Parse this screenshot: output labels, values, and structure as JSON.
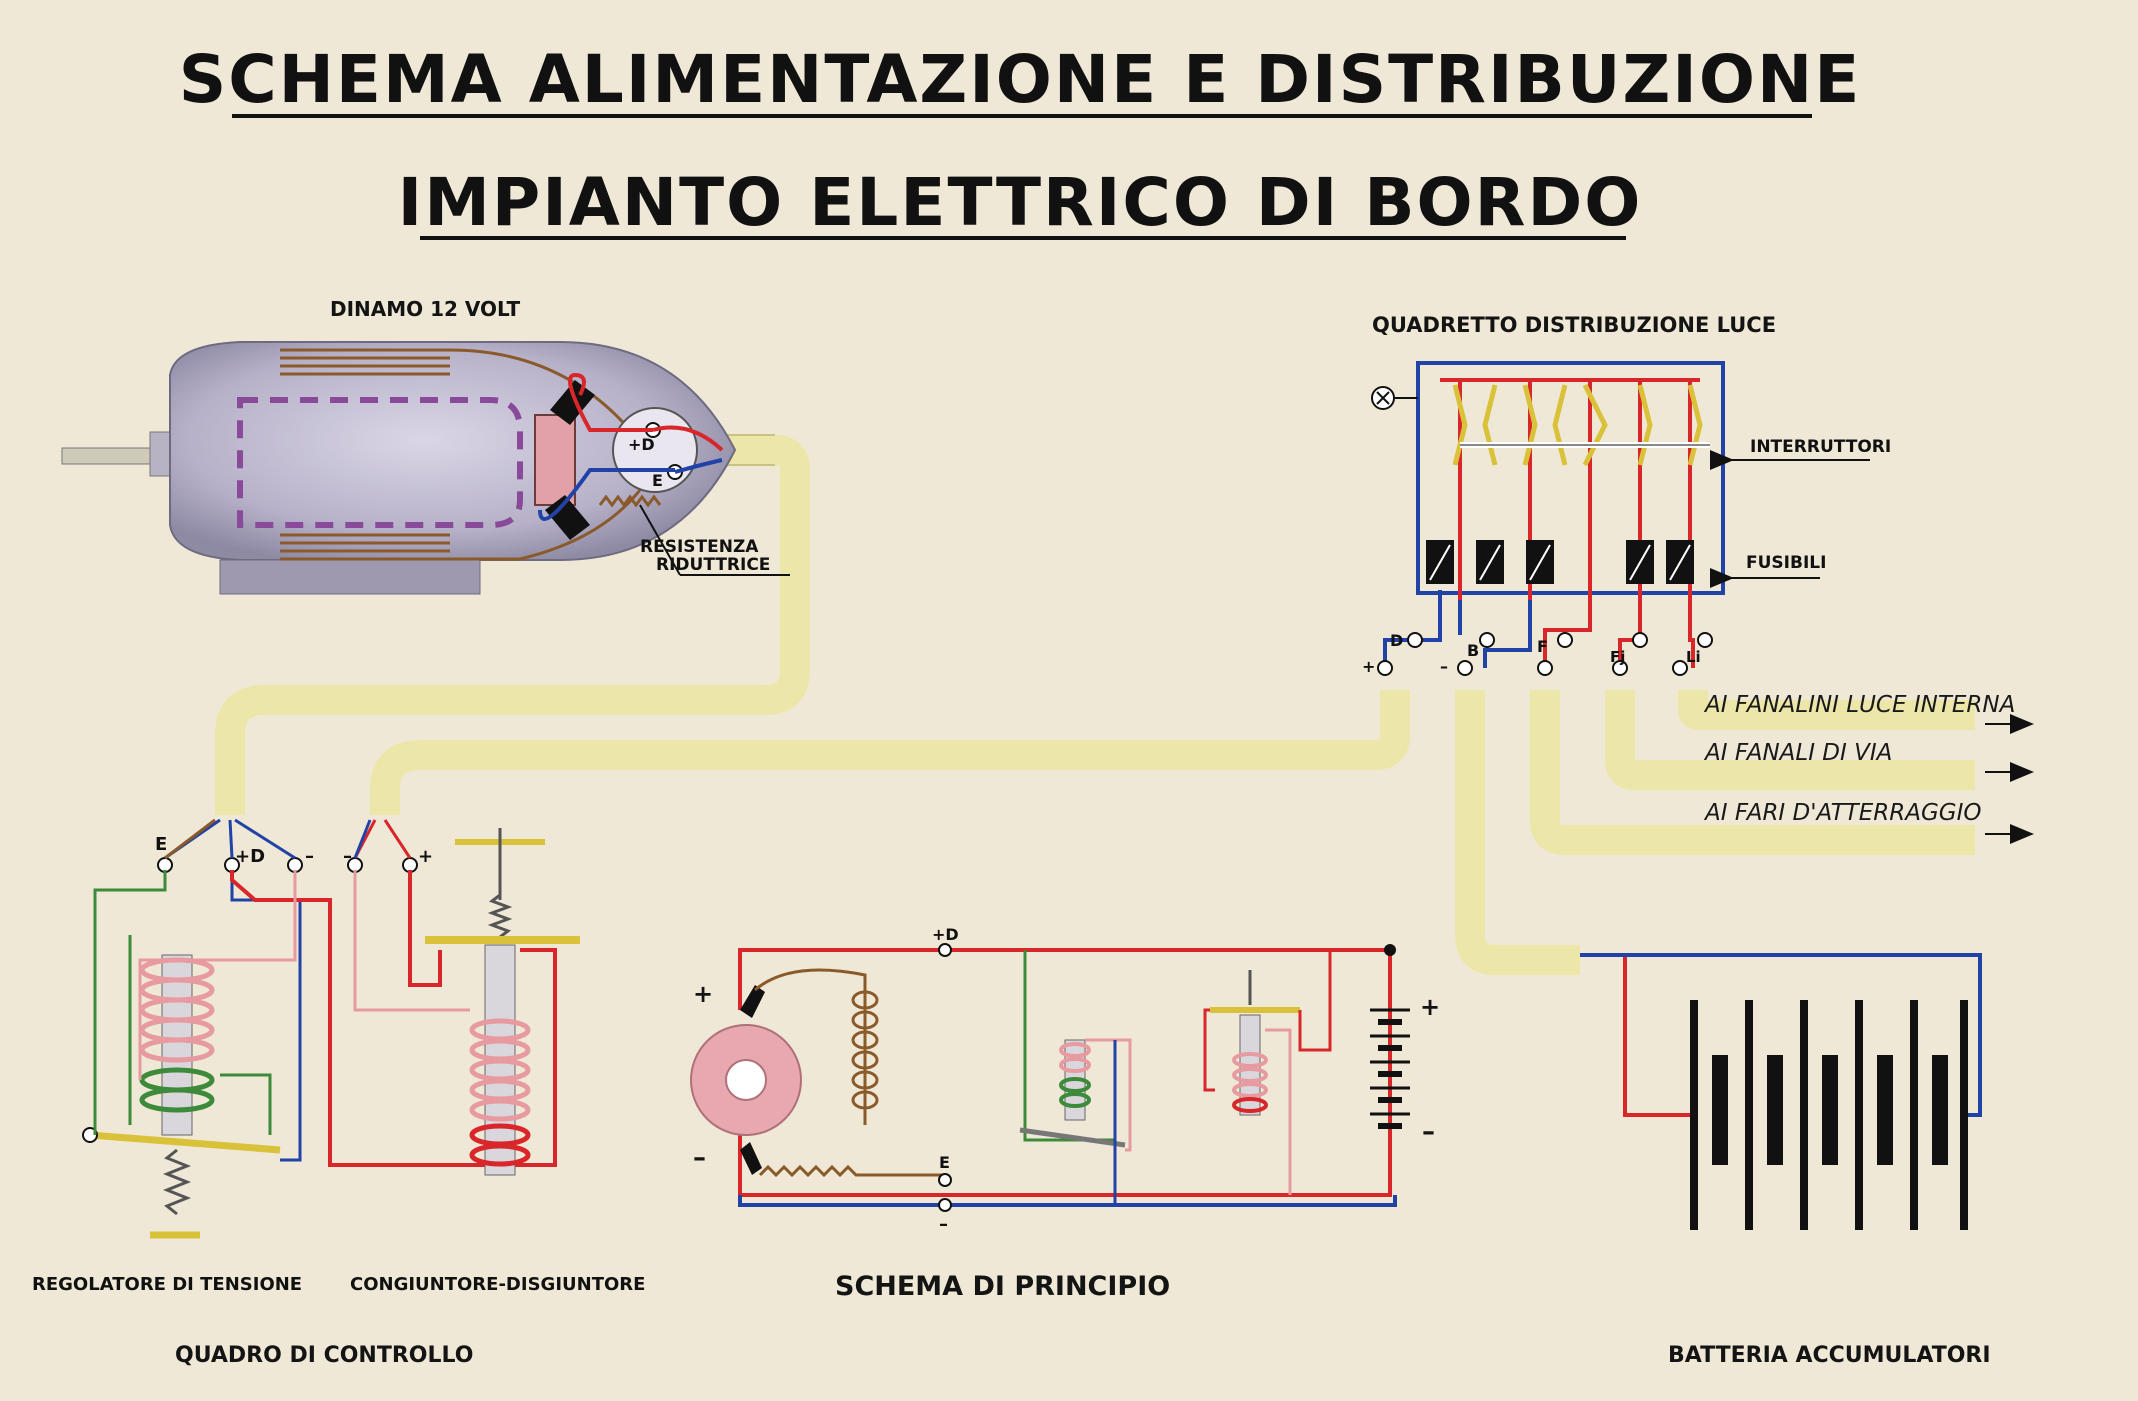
{
  "title_line1": "SCHEMA ALIMENTAZIONE E DISTRIBUZIONE",
  "title_line2": "IMPIANTO ELETTRICO DI BORDO",
  "dinamo_label": "DINAMO 12 VOLT",
  "resistenza_line1": "RESISTENZA",
  "resistenza_line2": "RIDUTTRICE",
  "quadretto_label": "QUADRETTO DISTRIBUZIONE LUCE",
  "interruttori_label": "INTERRUTTORI",
  "fusibili_label": "FUSIBILI",
  "outputs": {
    "luce_interna": "AI FANALINI LUCE INTERNA",
    "fanali_via": "AI FANALI DI VIA",
    "fari_atterraggio": "AI FARI D'ATTERRAGGIO"
  },
  "terminals": {
    "plus_d": "+D",
    "e": "E",
    "minus": "–",
    "plus": "+",
    "d": "D",
    "b": "B",
    "f": "F",
    "fj": "Fj",
    "li": "Li"
  },
  "regolatore_label": "REGOLATORE DI TENSIONE",
  "congiuntore_label": "CONGIUNTORE-DISGIUNTORE",
  "quadro_label": "QUADRO DI CONTROLLO",
  "schema_principio_label": "SCHEMA DI PRINCIPIO",
  "batteria_label": "BATTERIA ACCUMULATORI",
  "colors": {
    "paper": "#efe8d6",
    "red": "#d8262a",
    "blue": "#2143a8",
    "green": "#3c8a3a",
    "brown": "#8a5a2a",
    "pink": "#e79aa0",
    "cable": "#ece6a8",
    "purple": "#8a4a9a",
    "yellow": "#d9c23a"
  }
}
